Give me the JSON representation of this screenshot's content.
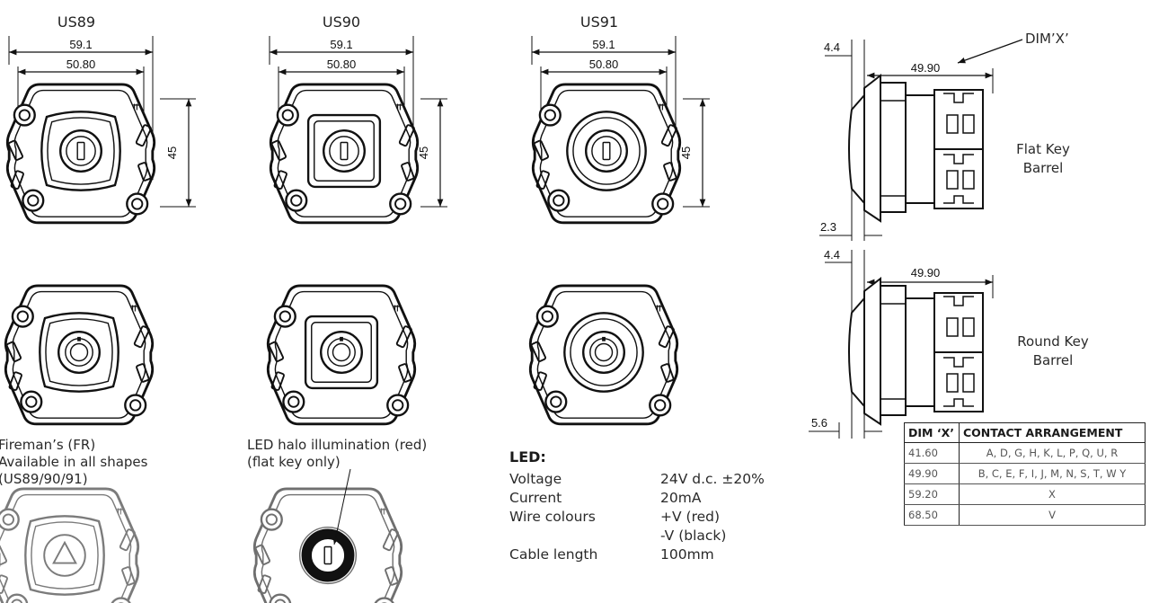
{
  "models": [
    {
      "name": "US89",
      "overall_width": "59.1",
      "hole_spacing": "50.80",
      "height": "45"
    },
    {
      "name": "US90",
      "overall_width": "59.1",
      "hole_spacing": "50.80",
      "height": "45"
    },
    {
      "name": "US91",
      "overall_width": "59.1",
      "hole_spacing": "50.80",
      "height": "45"
    }
  ],
  "side_views": {
    "dim_x_label": "DIM’X’",
    "flat": {
      "top_offset": "4.4",
      "length": "49.90",
      "bottom_offset": "2.3",
      "label_line1": "Flat Key",
      "label_line2": "Barrel"
    },
    "round": {
      "top_offset": "4.4",
      "length": "49.90",
      "bottom_offset": "5.6",
      "label_line1": "Round Key",
      "label_line2": "Barrel"
    }
  },
  "captions": {
    "firemans": [
      "Fireman’s (FR)",
      "Available in all shapes",
      "(US89/90/91)"
    ],
    "halo": [
      "LED halo illumination (red)",
      "(flat key only)"
    ]
  },
  "led": {
    "title": "LED:",
    "specs": [
      {
        "label": "Voltage",
        "value": "24V d.c. ±20%"
      },
      {
        "label": "Current",
        "value": "20mA"
      },
      {
        "label": "Wire colours",
        "value": "+V (red)"
      },
      {
        "label": "",
        "value": "-V (black)"
      },
      {
        "label": "Cable length",
        "value": "100mm"
      }
    ]
  },
  "contact_table": {
    "headers": [
      "DIM ‘X’",
      "CONTACT ARRANGEMENT"
    ],
    "rows": [
      [
        "41.60",
        "A, D, G, H, K, L, P, Q, U, R"
      ],
      [
        "49.90",
        "B, C, E, F, I, J, M, N, S, T, W Y"
      ],
      [
        "59.20",
        "X"
      ],
      [
        "68.50",
        "V"
      ]
    ]
  }
}
